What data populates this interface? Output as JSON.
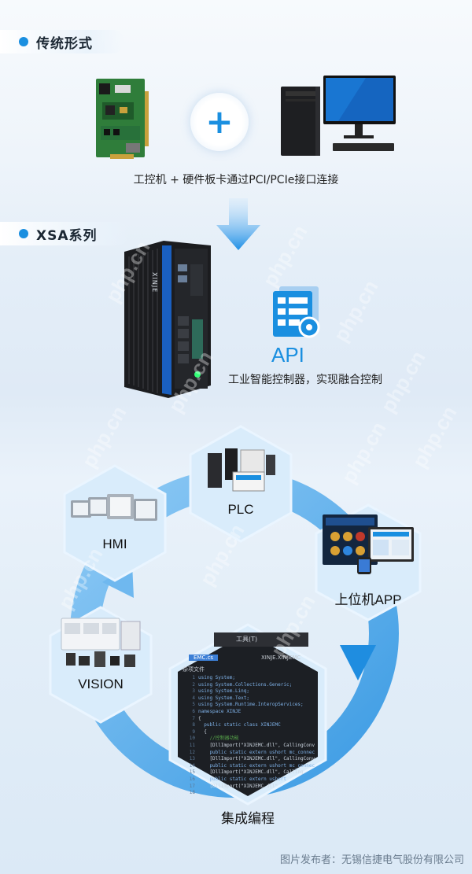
{
  "section1": {
    "title": "传统形式"
  },
  "traditional": {
    "plus": "+",
    "caption": "工控机 + 硬件板卡通过PCI/PCIe接口连接"
  },
  "section2": {
    "title": "XSA系列"
  },
  "xsa": {
    "device_brand": "XINJE",
    "api_label": "API",
    "caption": "工业智能控制器，实现融合控制"
  },
  "cycle": {
    "plc": "PLC",
    "hmi": "HMI",
    "app": "上位机APP",
    "vision": "VISION",
    "programming": "集成编程"
  },
  "ide": {
    "menu": "工具(T)",
    "tab": "EMC.cs",
    "tab_path": "XINJE.XINJEMC",
    "tree": "杂项文件",
    "code_lines": [
      "using System;",
      "using System.Collections.Generic;",
      "using System.Linq;",
      "using System.Text;",
      "using System.Runtime.InteropServices;",
      "",
      "namespace XINJE",
      "{",
      "  public static class XINJEMC",
      "  {",
      "    //控制器功能",
      "    [DllImport(\"XINJEMC.dll\", CallingConvention",
      "    public static extern ushort mc_connect_open(",
      "    [DllImport(\"XINJEMC.dll\", CallingConvention",
      "    public static extern ushort mc_connect",
      "    [DllImport(\"XINJEMC.dll\", Calling",
      "    public static extern ushort",
      "    [DllImport(\"XINJEMC.dll\""
    ],
    "line_numbers": [
      "1",
      "2",
      "3",
      "4",
      "5",
      "6",
      "7",
      "8",
      "9",
      "10",
      "11",
      "12",
      "13",
      "14",
      "15",
      "16",
      "17",
      "18"
    ]
  },
  "footer": {
    "publisher": "图片发布者：无锡信捷电气股份有限公司"
  },
  "watermark": "php.cn",
  "colors": {
    "accent": "#1a8fe0",
    "hex_fill": "#d9ecfb",
    "ring": "#2f9be6"
  }
}
